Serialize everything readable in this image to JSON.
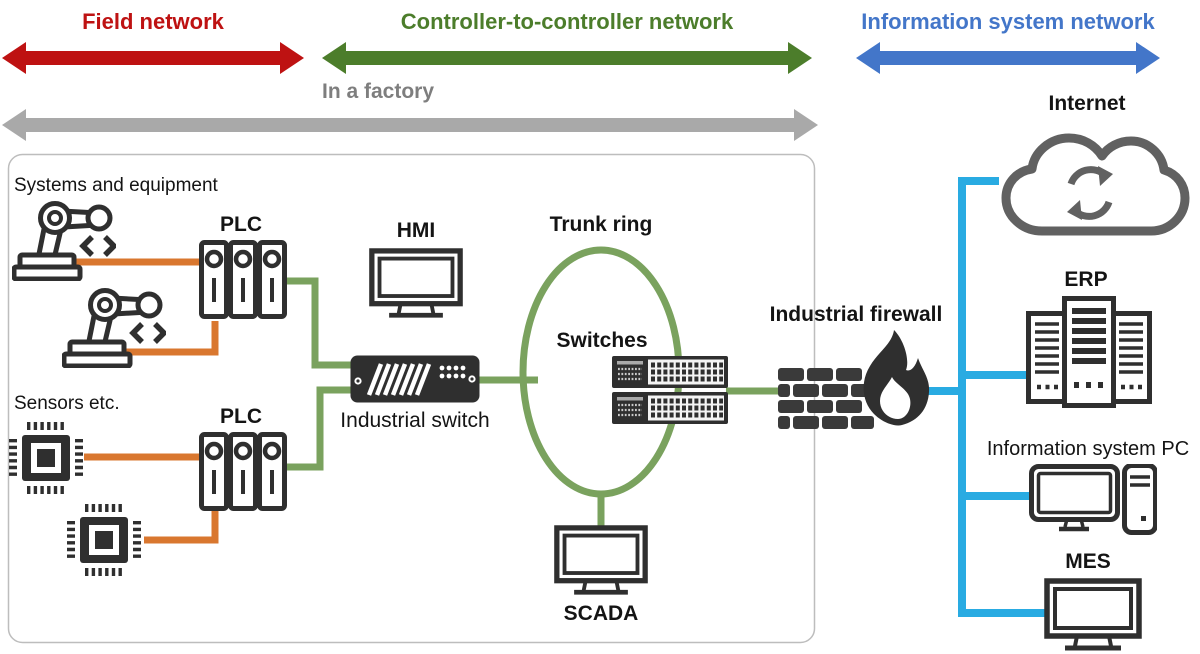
{
  "bands": {
    "field": {
      "label": "Field network"
    },
    "controller": {
      "label": "Controller-to-controller network"
    },
    "info": {
      "label": "Information system network"
    }
  },
  "factory": {
    "label": "In a factory"
  },
  "nodes": {
    "systems_equipment": "Systems and equipment",
    "plc_top": "PLC",
    "sensors": "Sensors etc.",
    "plc_bottom": "PLC",
    "hmi": "HMI",
    "industrial_switch": "Industrial switch",
    "trunk_ring": "Trunk ring",
    "switches": "Switches",
    "scada": "SCADA",
    "industrial_firewall": "Industrial firewall",
    "internet": "Internet",
    "erp": "ERP",
    "info_pc": "Information system PC",
    "mes": "MES"
  },
  "colors": {
    "field_red": "#BE1212",
    "controller_green": "#4C7D2B",
    "info_blue": "#4376C9",
    "factory_gray": "#A9A9A9",
    "factory_text_gray": "#7E7E7E",
    "link_green": "#7AA25E",
    "link_orange": "#D9772F",
    "link_blue": "#29ABE2",
    "icon_dark": "#2F2F2F",
    "cloud_gray": "#616161",
    "box_border": "#BDBDBD"
  }
}
